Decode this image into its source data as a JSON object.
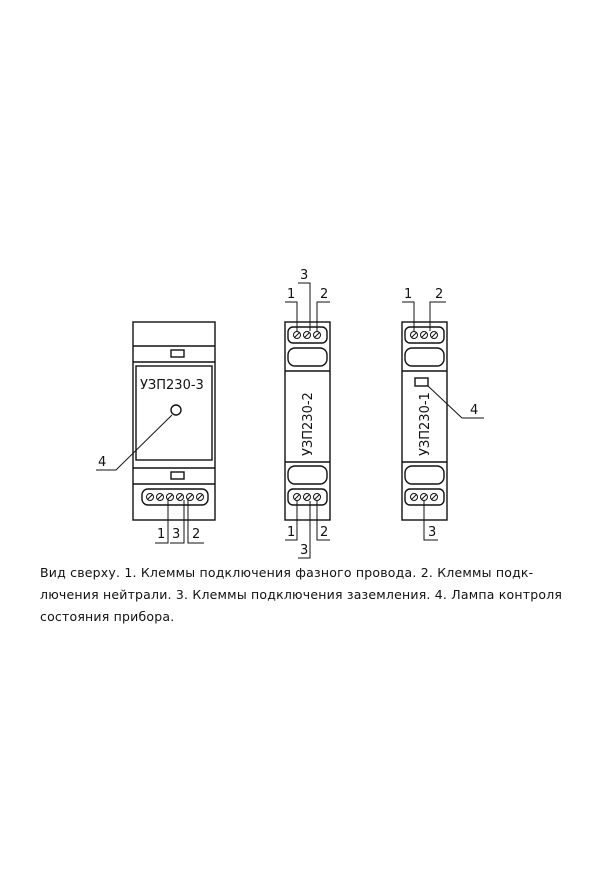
{
  "devices": {
    "uzp3": {
      "model": "УЗП230-3",
      "labels": {
        "phase": "1",
        "ground": "3",
        "neutral": "2",
        "lamp": "4"
      }
    },
    "uzp2": {
      "model": "УЗП230-2",
      "labels": {
        "phase": "1",
        "ground_top": "3",
        "neutral": "2",
        "phase_bottom": "1",
        "neutral_bottom": "2",
        "ground_bottom": "3"
      }
    },
    "uzp1": {
      "model": "УЗП230-1",
      "labels": {
        "phase": "1",
        "neutral": "2",
        "lamp": "4",
        "ground": "3"
      }
    }
  },
  "caption": {
    "line1": "Вид сверху. 1. Клеммы подключения фазного провода. 2. Клеммы подк-",
    "line2": "лючения нейтрали. 3. Клеммы подключения заземления. 4. Лампа контроля",
    "line3": "состояния прибора."
  }
}
